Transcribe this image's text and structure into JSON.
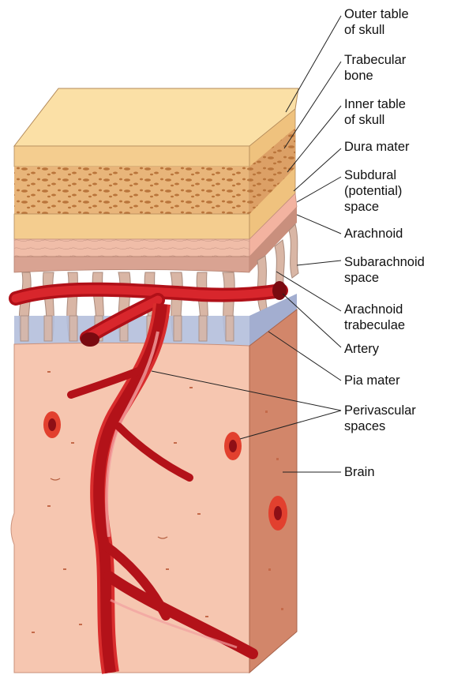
{
  "labels": {
    "outer_table": "Outer table\nof skull",
    "trabecular_bone": "Trabecular\nbone",
    "inner_table": "Inner table\nof skull",
    "dura_mater": "Dura mater",
    "subdural_space": "Subdural\n(potential)\nspace",
    "arachnoid": "Arachnoid",
    "subarachnoid_space": "Subarachnoid\nspace",
    "arachnoid_trabeculae": "Arachnoid\ntrabeculae",
    "artery": "Artery",
    "pia_mater": "Pia mater",
    "perivascular_spaces": "Perivascular\nspaces",
    "brain": "Brain"
  },
  "colors": {
    "bone_top": "#fbe0a6",
    "bone_side": "#f2c98b",
    "trabecular_fill": "#e8b57a",
    "trabecular_spots": "#b9743a",
    "dura": "#f3b3a0",
    "arachnoid": "#dba290",
    "trabeculae": "#d9b3a2",
    "pia": "#b4bfdc",
    "brain_front": "#f6c6b0",
    "brain_side": "#d2866a",
    "artery": "#c7161f",
    "artery_highlight": "#f2a0a0"
  }
}
